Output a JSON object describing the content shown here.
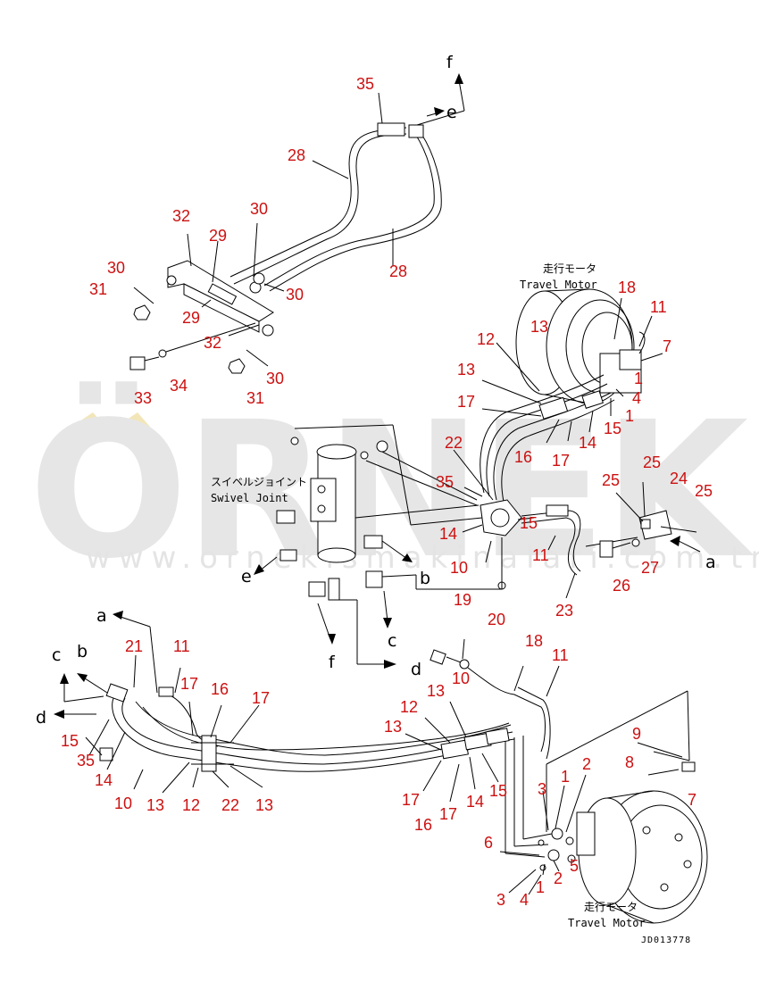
{
  "watermark": {
    "brand": "ÖRNEK",
    "url": "www.ornekismakinalari.com.tr",
    "color": "#e6e6e6",
    "accent_color": "#f2e6b8"
  },
  "captions": {
    "swivel_joint_jp": "スイベルジョイント",
    "swivel_joint_en": "Swivel Joint",
    "travel_motor_top_jp": "走行モータ",
    "travel_motor_top_en": "Travel Motor",
    "travel_motor_bottom_jp": "走行モータ",
    "travel_motor_bottom_en": "Travel Motor"
  },
  "drawing_code": "JD013778",
  "connection_letters": [
    "f",
    "e",
    "b",
    "c",
    "d",
    "a"
  ],
  "callouts": [
    "35",
    "28",
    "28",
    "32",
    "29",
    "30",
    "30",
    "31",
    "29",
    "30",
    "32",
    "33",
    "34",
    "30",
    "31",
    "18",
    "11",
    "7",
    "13",
    "12",
    "13",
    "1",
    "17",
    "4",
    "1",
    "15",
    "14",
    "16",
    "17",
    "22",
    "35",
    "25",
    "24",
    "25",
    "25",
    "15",
    "14",
    "11",
    "27",
    "10",
    "26",
    "23",
    "19",
    "20",
    "18",
    "11",
    "21",
    "11",
    "17",
    "16",
    "17",
    "10",
    "15",
    "35",
    "14",
    "10",
    "13",
    "12",
    "22",
    "13",
    "13",
    "12",
    "13",
    "17",
    "16",
    "17",
    "14",
    "15",
    "9",
    "8",
    "7",
    "3",
    "1",
    "2",
    "6",
    "1",
    "2",
    "5",
    "3",
    "4",
    "a",
    "b",
    "c",
    "d"
  ],
  "label_color": "#cc1111"
}
